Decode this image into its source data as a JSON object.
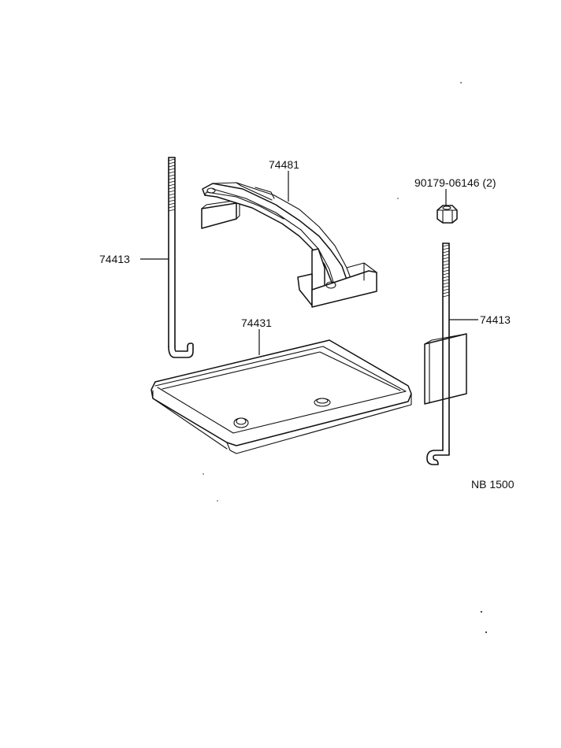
{
  "diagram": {
    "reference_code": "NB 1500",
    "parts": [
      {
        "id": "hold-down-clamp",
        "number": "74481"
      },
      {
        "id": "nut",
        "number": "90179-06146 (2)"
      },
      {
        "id": "rod-left",
        "number": "74413"
      },
      {
        "id": "rod-right",
        "number": "74413"
      },
      {
        "id": "battery-tray",
        "number": "74431"
      }
    ]
  }
}
